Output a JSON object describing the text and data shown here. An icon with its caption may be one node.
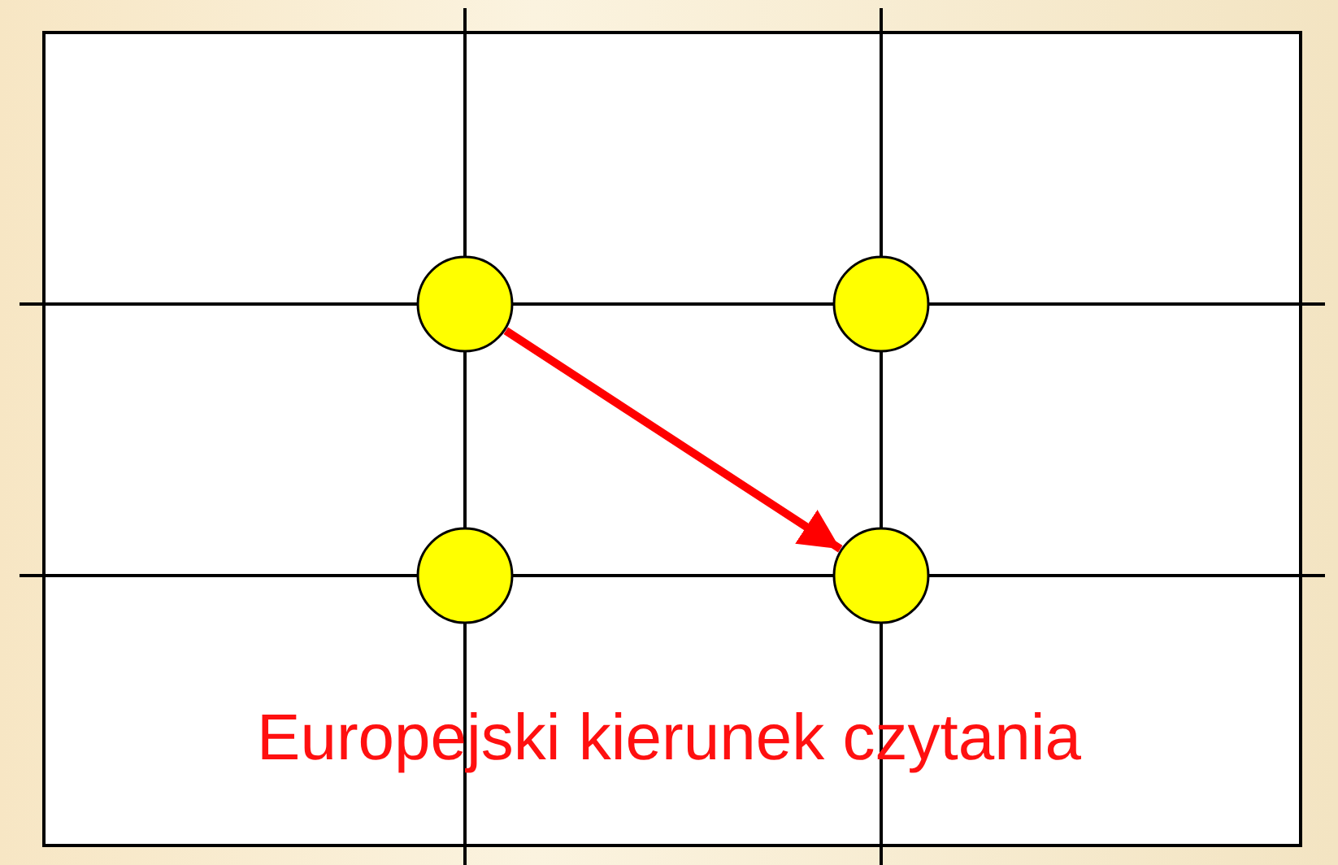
{
  "diagram": {
    "nodes": [
      {
        "text": [],
        "shape": "circle"
      },
      {
        "text": [],
        "shape": "circle"
      },
      {
        "text": [],
        "shape": "circle"
      },
      {
        "text": [],
        "shape": "circle"
      }
    ],
    "edges": [
      {
        "from": 0,
        "to": 3,
        "arrow": "to",
        "color": "#ff0000"
      }
    ],
    "labels": [
      "Europejski kierunek czytania"
    ]
  }
}
